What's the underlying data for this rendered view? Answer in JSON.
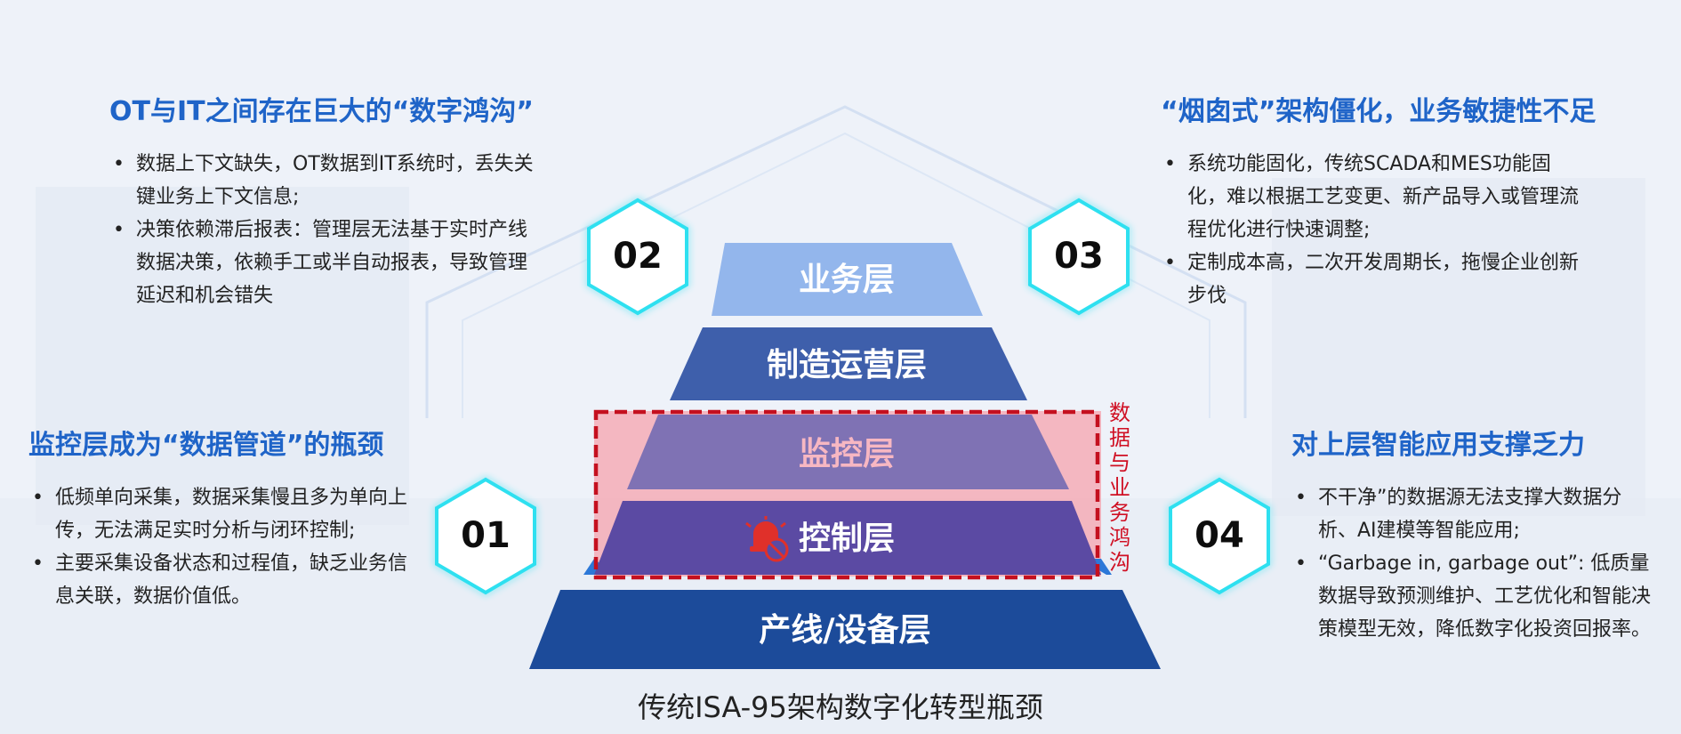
{
  "caption": "传统ISA-95架构数字化转型瓶颈",
  "gap_label": [
    "数",
    "据",
    "与",
    "业",
    "务",
    "鸿",
    "沟"
  ],
  "layers": [
    {
      "label": "业务层",
      "color": "#93b6ec",
      "text_color": "#ffffff"
    },
    {
      "label": "制造运营层",
      "color": "#3e5fab",
      "text_color": "#ffffff"
    },
    {
      "label": "监控层",
      "color": "#7f72b4",
      "text_color": "#f7b7c2"
    },
    {
      "label": "控制层",
      "color": "#5b4aa3",
      "text_color": "#ffffff"
    },
    {
      "label": "产线/设备层",
      "color": "#1c4b9a",
      "text_color": "#ffffff"
    }
  ],
  "hexagons": {
    "h01": "01",
    "h02": "02",
    "h03": "03",
    "h04": "04"
  },
  "panels": {
    "p02": {
      "title": "OT与IT之间存在巨大的“数字鸿沟”",
      "bullets": [
        "数据上下文缺失，OT数据到IT系统时，丢失关键业务上下文信息;",
        "决策依赖滞后报表：管理层无法基于实时产线数据决策，依赖手工或半自动报表，导致管理延迟和机会错失"
      ]
    },
    "p03": {
      "title": "“烟囱式”架构僵化，业务敏捷性不足",
      "bullets": [
        "系统功能固化，传统SCADA和MES功能固化，难以根据工艺变更、新产品导入或管理流程优化进行快速调整;",
        "定制成本高，二次开发周期长，拖慢企业创新步伐"
      ]
    },
    "p01": {
      "title": "监控层成为“数据管道”的瓶颈",
      "bullets": [
        "低频单向采集，数据采集慢且多为单向上传，无法满足实时分析与闭环控制;",
        "主要采集设备状态和过程值，缺乏业务信息关联，数据价值低。"
      ]
    },
    "p04": {
      "title": "对上层智能应用支撑乏力",
      "bullets": [
        "不干净”的数据源无法支撑大数据分析、AI建模等智能应用;",
        "“Garbage in, garbage out”: 低质量数据导致预测维护、工艺优化和智能决策模型无效，降低数字化投资回报率。"
      ]
    }
  },
  "colors": {
    "title_blue": "#1f64c8",
    "hex_stroke": "#2ee0f0",
    "gap_red": "#d01024",
    "gap_fill": "#f7a8b0",
    "alarm_red": "#e0302a"
  },
  "icons": {
    "alarm": "alarm-bell-icon"
  }
}
